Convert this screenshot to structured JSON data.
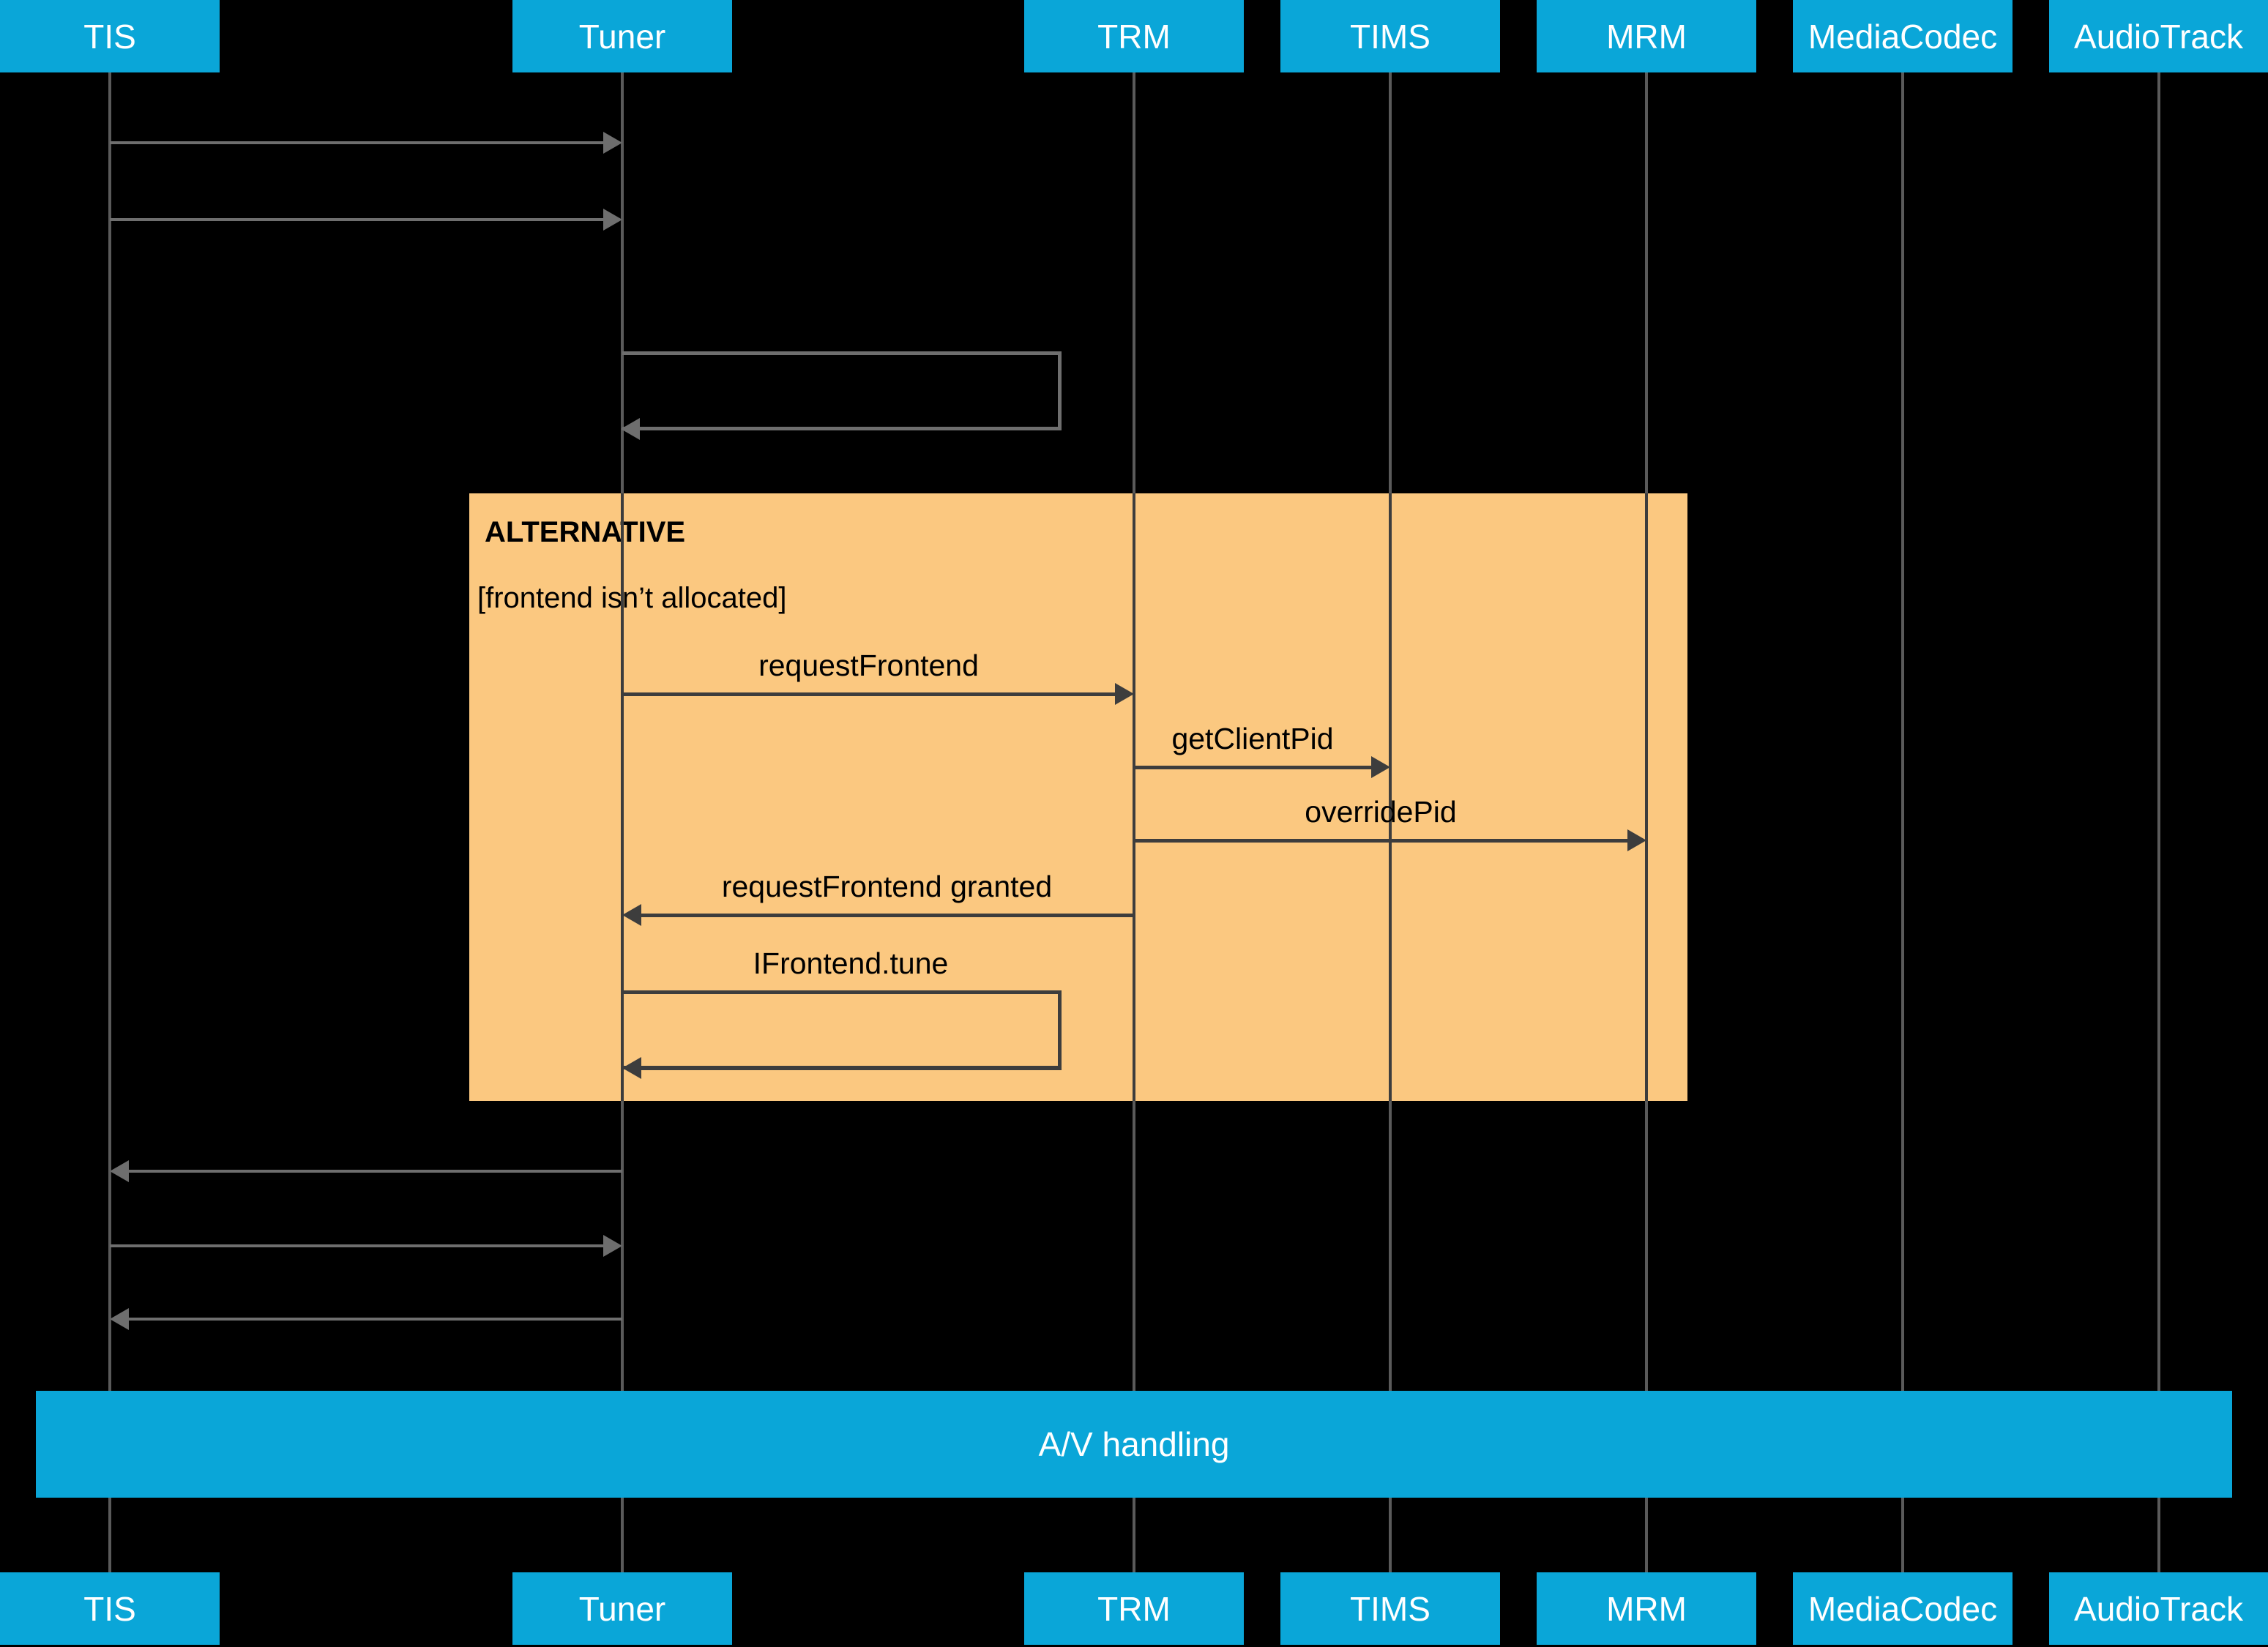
{
  "diagram": {
    "type": "uml-sequence-diagram",
    "background_color": "#000000",
    "actor_color": "#0aa6d8",
    "fragment_color": "#fbc880",
    "line_color": "#3d3d3d",
    "muted_line_color": "#6e6e6e",
    "actors": [
      {
        "name": "TIS",
        "label": "TIS"
      },
      {
        "name": "Tuner",
        "label": "Tuner"
      },
      {
        "name": "TRM",
        "label": "TRM"
      },
      {
        "name": "TIMS",
        "label": "TIMS"
      },
      {
        "name": "MRM",
        "label": "MRM"
      },
      {
        "name": "MediaCodec",
        "label": "MediaCodec"
      },
      {
        "name": "AudioTrack",
        "label": "AudioTrack"
      }
    ],
    "fragment": {
      "title": "ALTERNATIVE",
      "guard": "[frontend isn’t allocated]"
    },
    "messages": [
      {
        "id": "m1",
        "label": "",
        "from": "TIS",
        "to": "Tuner"
      },
      {
        "id": "m2",
        "label": "",
        "from": "TIS",
        "to": "Tuner"
      },
      {
        "id": "m3",
        "label": "",
        "from": "Tuner",
        "to": "Tuner"
      },
      {
        "id": "m4",
        "label": "requestFrontend",
        "from": "Tuner",
        "to": "TRM"
      },
      {
        "id": "m5",
        "label": "getClientPid",
        "from": "TRM",
        "to": "TIMS"
      },
      {
        "id": "m6",
        "label": "overridePid",
        "from": "TRM",
        "to": "MRM"
      },
      {
        "id": "m7",
        "label": "requestFrontend granted",
        "from": "TRM",
        "to": "Tuner"
      },
      {
        "id": "m8",
        "label": "IFrontend.tune",
        "from": "Tuner",
        "to": "Tuner"
      },
      {
        "id": "m9",
        "label": "",
        "from": "Tuner",
        "to": "TIS"
      },
      {
        "id": "m10",
        "label": "",
        "from": "TIS",
        "to": "Tuner"
      },
      {
        "id": "m11",
        "label": "",
        "from": "Tuner",
        "to": "TIS"
      }
    ],
    "av_bar": {
      "label": "A/V handling"
    }
  }
}
